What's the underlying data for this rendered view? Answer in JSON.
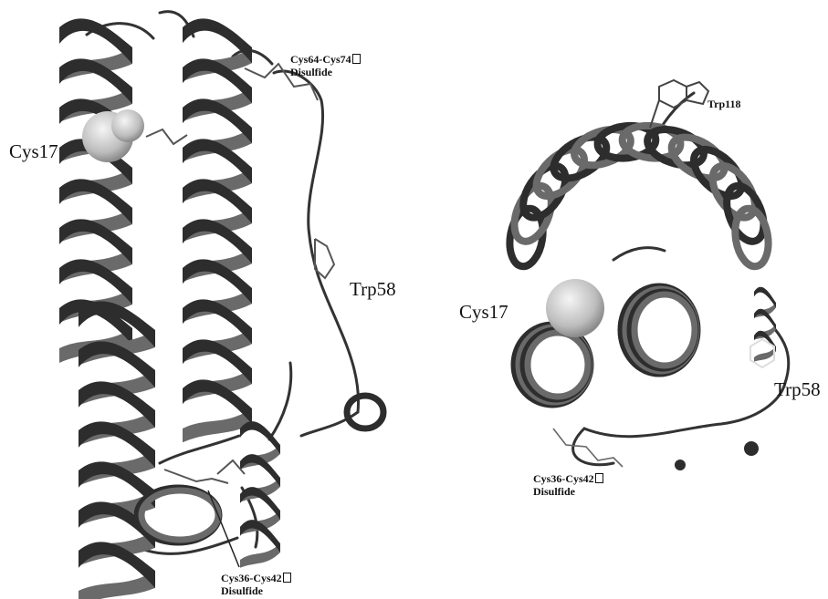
{
  "colors": {
    "ribbon": "#2d2d2d",
    "ribbon_light": "#6a6a6a",
    "backbone": "#333333",
    "sphere": "#cfcfcf"
  },
  "left_panel": {
    "label_cys17": "Cys17",
    "label_cys64_cys74_line1": "Cys64-Cys74",
    "label_cys64_cys74_line2": "Disulfide",
    "label_trp58": "Trp58",
    "label_cys36_cys42_line1": "Cys36-Cys42",
    "label_cys36_cys42_line2": "Disulfide"
  },
  "right_panel": {
    "label_trp118": "Trp118",
    "label_cys17": "Cys17",
    "label_trp58": "Trp58",
    "label_cys36_cys42_line1": "Cys36-Cys42",
    "label_cys36_cys42_line2": "Disulfide"
  }
}
